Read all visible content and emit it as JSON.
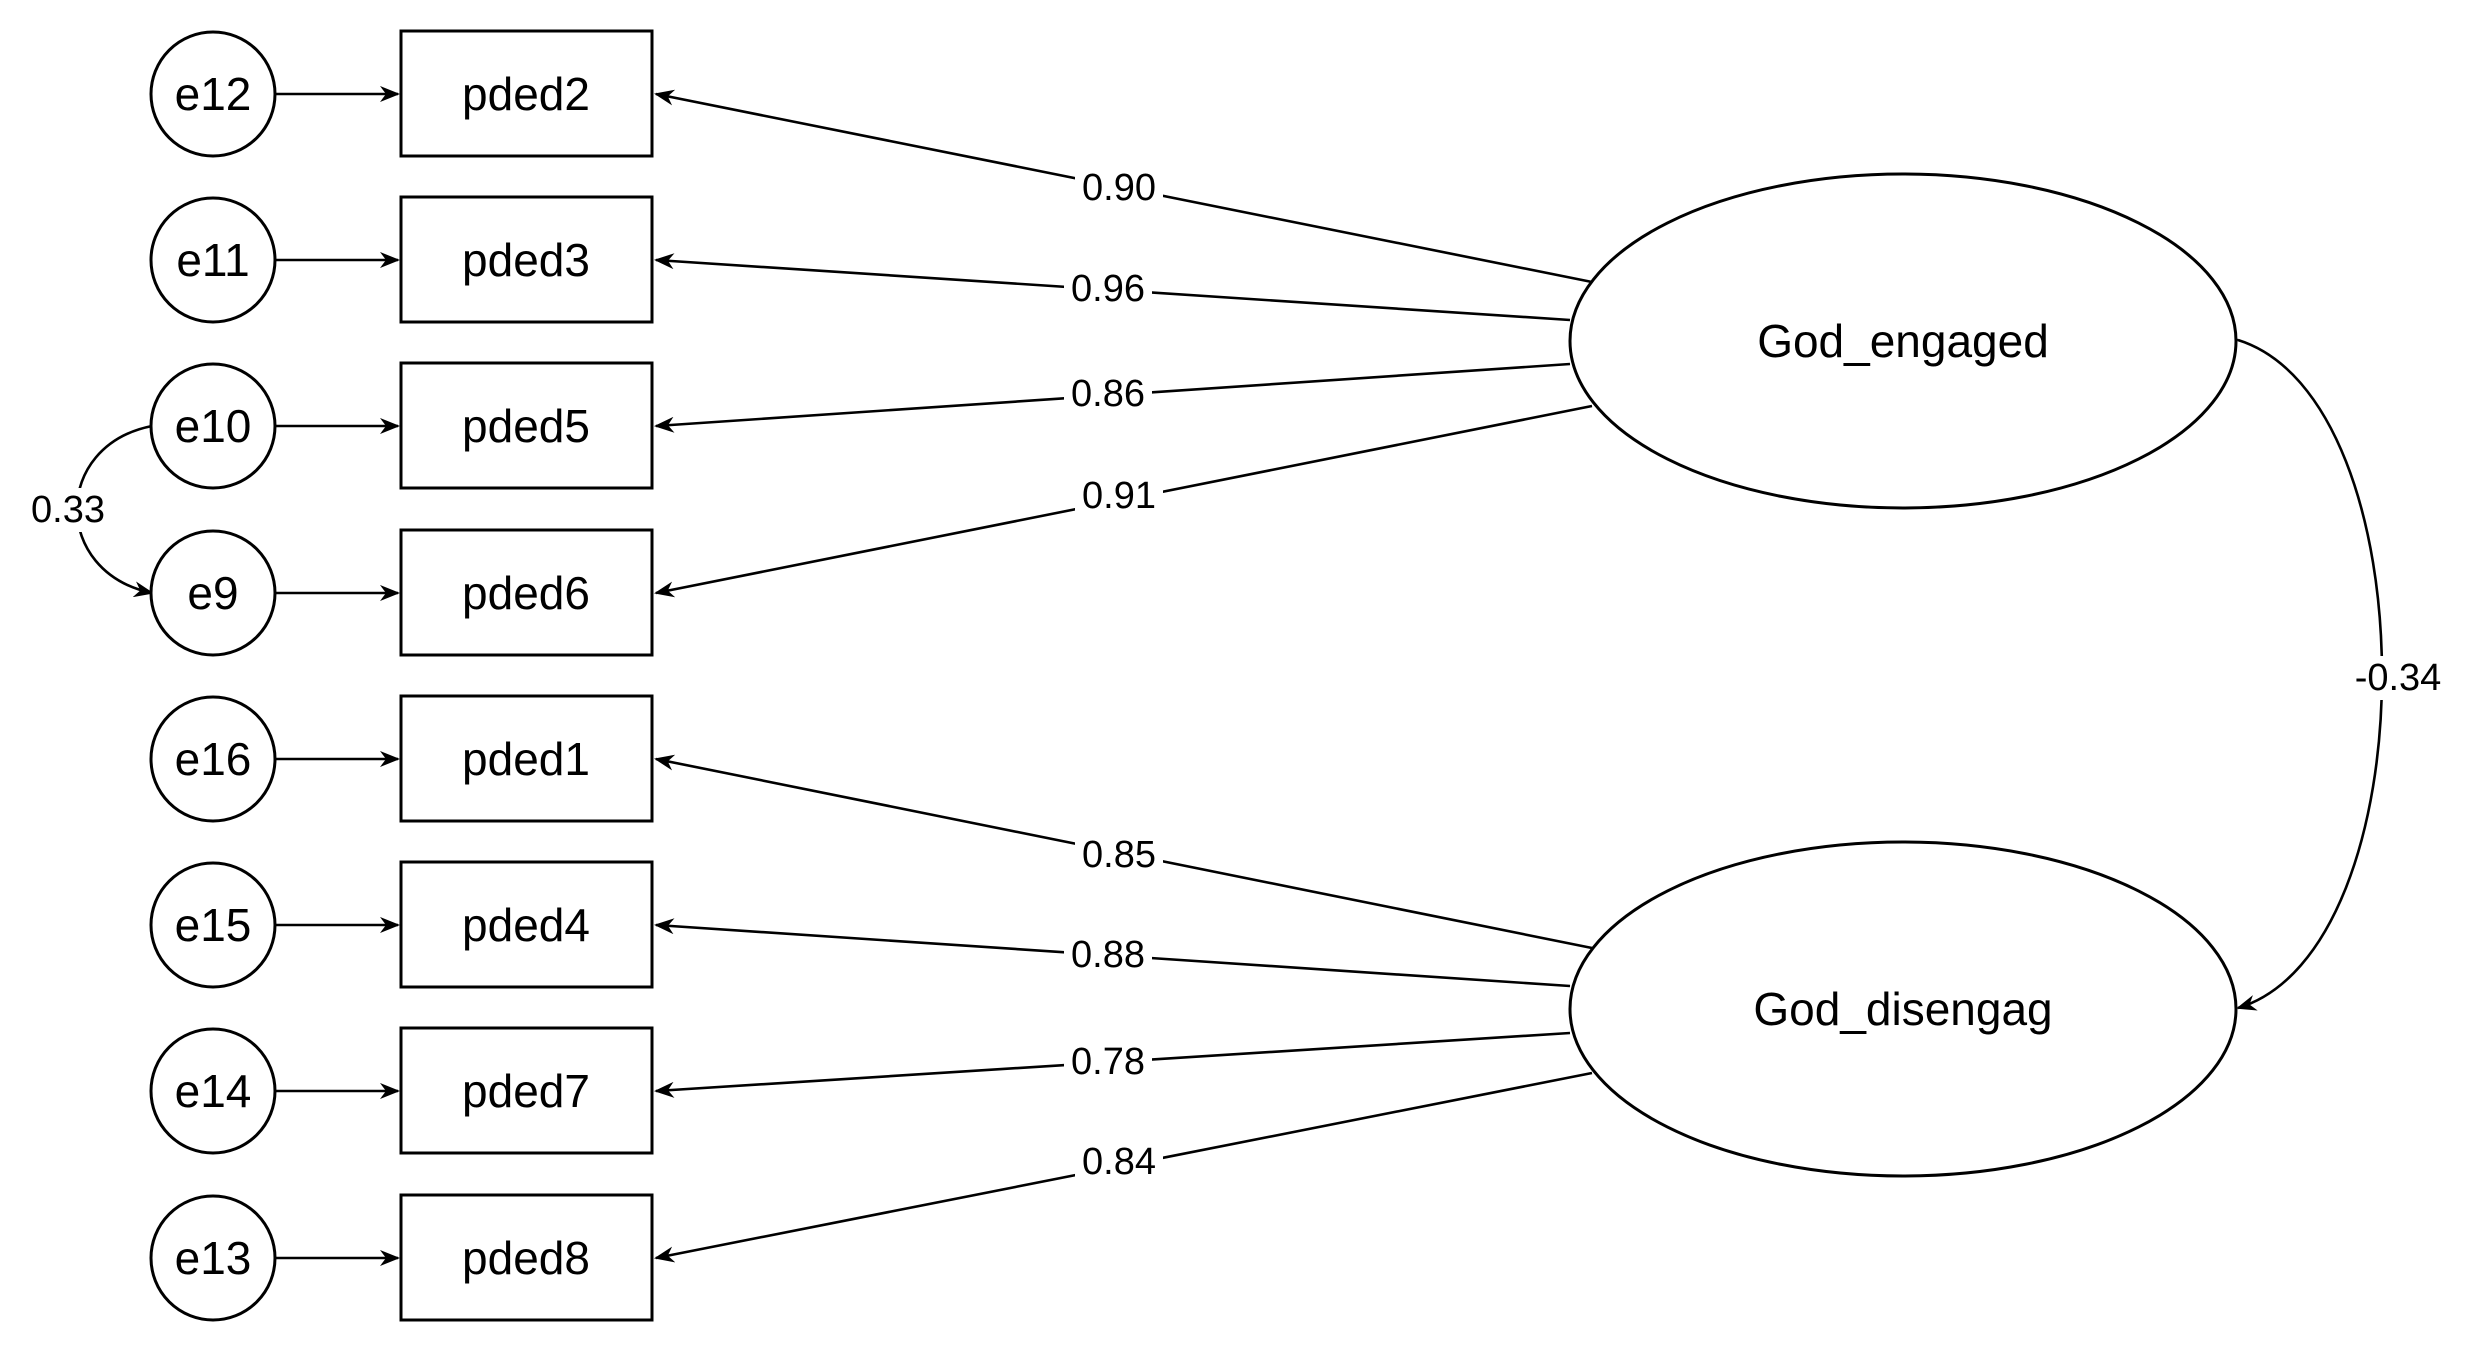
{
  "latent_variables": [
    {
      "id": "engaged",
      "label": "God_engaged"
    },
    {
      "id": "disengaged",
      "label": "God_disengag"
    }
  ],
  "observed_variables": [
    {
      "label": "pded2",
      "error": "e12",
      "factor": "engaged",
      "loading": "0.90"
    },
    {
      "label": "pded3",
      "error": "e11",
      "factor": "engaged",
      "loading": "0.96"
    },
    {
      "label": "pded5",
      "error": "e10",
      "factor": "engaged",
      "loading": "0.86"
    },
    {
      "label": "pded6",
      "error": "e9",
      "factor": "engaged",
      "loading": "0.91"
    },
    {
      "label": "pded1",
      "error": "e16",
      "factor": "disengaged",
      "loading": "0.85"
    },
    {
      "label": "pded4",
      "error": "e15",
      "factor": "disengaged",
      "loading": "0.88"
    },
    {
      "label": "pded7",
      "error": "e14",
      "factor": "disengaged",
      "loading": "0.78"
    },
    {
      "label": "pded8",
      "error": "e13",
      "factor": "disengaged",
      "loading": "0.84"
    }
  ],
  "covariances": [
    {
      "between": [
        "engaged",
        "disengaged"
      ],
      "value": "-0.34"
    },
    {
      "between": [
        "e10",
        "e9"
      ],
      "value": "0.33"
    }
  ]
}
